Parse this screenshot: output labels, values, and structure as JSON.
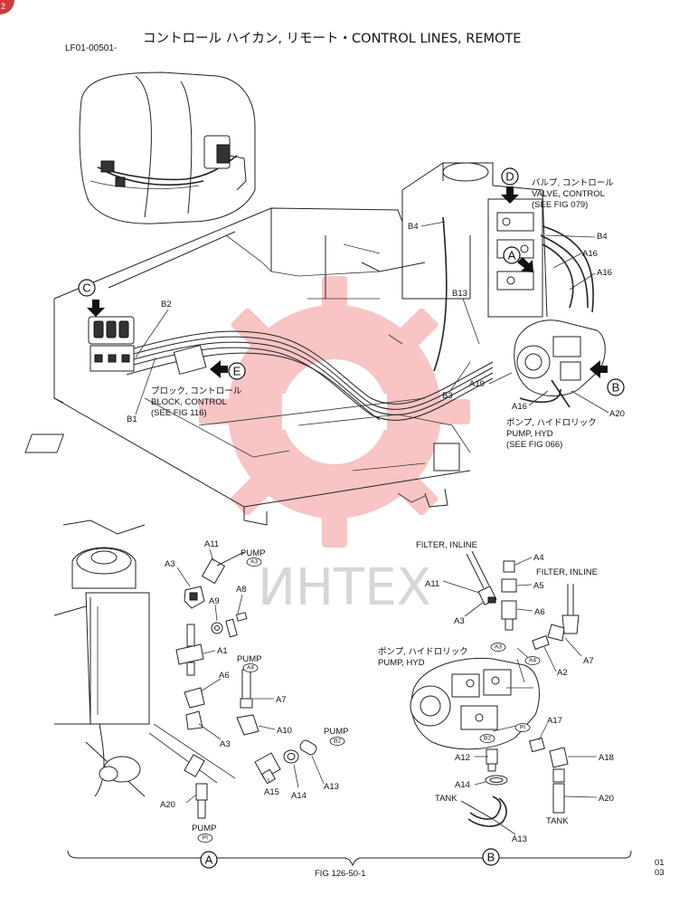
{
  "header": {
    "doc_code": "LF01-00501-",
    "title": "コントロール ハイカン, リモート・CONTROL LINES, REMOTE",
    "corner_badge": "2"
  },
  "watermark": {
    "text": "ИНТЕХ",
    "color": "#f28b8b"
  },
  "callouts": {
    "A": "A",
    "B": "B",
    "C": "C",
    "D": "D",
    "E": "E"
  },
  "top_labels": {
    "valve_jp": "バルブ, コントロール",
    "valve_en": "VALVE, CONTROL",
    "valve_ref": "(SEE FIG 079)",
    "block_jp": "ブロック, コントロール",
    "block_en": "BLOCK, CONTROL",
    "block_ref": "(SEE FIG 116)",
    "pump_jp": "ポンプ, ハイドロリック",
    "pump_en": "PUMP, HYD",
    "pump_ref": "(SEE FIG 066)",
    "B1": "B1",
    "B2": "B2",
    "B3": "B3",
    "B4_left": "B4",
    "B4_right": "B4",
    "B13": "B13",
    "A16_1": "A16",
    "A16_2": "A16",
    "A16_3": "A16",
    "A19": "A19",
    "A20": "A20"
  },
  "view_a": {
    "pump_a3": "PUMP",
    "a3_oval": "A3",
    "pump_a4": "PUMP",
    "a4_oval": "A4",
    "pump_b2": "PUMP",
    "b2_oval": "B2",
    "pump_p1": "PUMP",
    "p1_oval": "PI",
    "parts": [
      "A11",
      "A3",
      "A9",
      "A8",
      "A1",
      "A6",
      "A7",
      "A10",
      "A3",
      "A14",
      "A13",
      "A15",
      "A20"
    ]
  },
  "view_b": {
    "filter_inline_1": "FILTER, INLINE",
    "filter_inline_2": "FILTER, INLINE",
    "pump_jp": "ポンプ, ハイドロリック",
    "pump_en": "PUMP, HYD",
    "tank_1": "TANK",
    "tank_2": "TANK",
    "ovals": [
      "A3",
      "A4",
      "PI",
      "B2"
    ],
    "parts": [
      "A4",
      "A5",
      "A11",
      "A6",
      "A3",
      "A7",
      "A2",
      "A17",
      "A18",
      "A12",
      "A14",
      "A20",
      "A13"
    ]
  },
  "footer": {
    "fig": "FIG 126-50-1",
    "page_1": "01",
    "page_2": "03",
    "view_a_label": "A",
    "view_b_label": "B"
  }
}
